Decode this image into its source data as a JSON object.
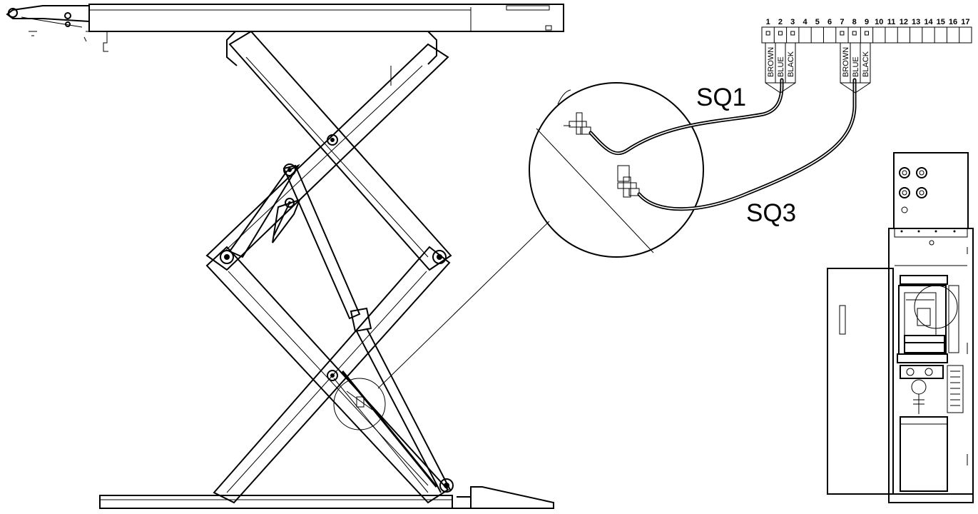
{
  "sensors": {
    "sq1": "SQ1",
    "sq3": "SQ3"
  },
  "terminal_block": {
    "numbers": [
      "1",
      "2",
      "3",
      "4",
      "5",
      "6",
      "7",
      "8",
      "9",
      "10",
      "11",
      "12",
      "13",
      "14",
      "15",
      "16",
      "17"
    ]
  },
  "wire_labels": {
    "group1": [
      "BROWN",
      "BLUE",
      "BLACK"
    ],
    "group2": [
      "BROWN",
      "BLUE",
      "BLACK"
    ]
  }
}
